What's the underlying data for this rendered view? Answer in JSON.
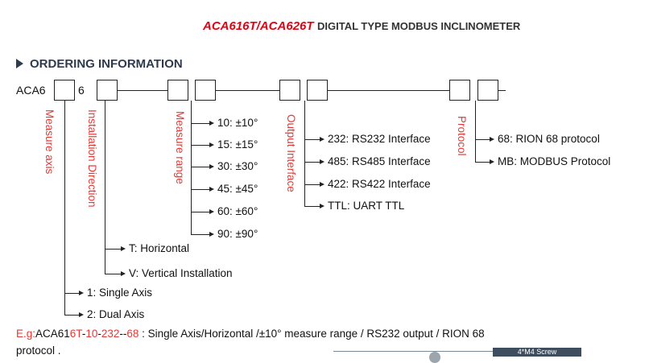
{
  "header": {
    "model": "ACA616T/ACA626T",
    "title": "DIGITAL TYPE MODBUS INCLINOMETER"
  },
  "section": {
    "title": "ORDERING INFORMATION"
  },
  "code": {
    "prefix": "ACA6",
    "mid": "6"
  },
  "labels": {
    "measure_axis": "Measure axis",
    "installation_direction": "Installation Direction",
    "measure_range": "Measure range",
    "output_interface": "Output Interface",
    "protocol": "Protocol"
  },
  "measure_range_options": [
    "10:  ±10°",
    "15:  ±15°",
    "30:  ±30°",
    "45:  ±45°",
    "60:  ±60°",
    "90:  ±90°"
  ],
  "output_options": [
    "232: RS232 Interface",
    "485: RS485 Interface",
    "422: RS422 Interface",
    "TTL: UART TTL"
  ],
  "protocol_options": [
    "68: RION 68 protocol",
    "MB: MODBUS Protocol"
  ],
  "direction_options": [
    "T: Horizontal",
    "V: Vertical Installation"
  ],
  "axis_options": [
    "1: Single Axis",
    "2: Dual Axis"
  ],
  "example": {
    "label": "E.g:",
    "p1": "ACA61",
    "p2": "6T",
    "p3": "-",
    "p4": "10",
    "p5": "-",
    "p6": "232",
    "p7": "--",
    "p8": "68",
    "desc": " :  Single Axis/Horizontal /±10° measure range / RS232 output / RION 68",
    "desc2": "protocol ."
  },
  "footer": {
    "tab": "4*M4  Screw"
  }
}
